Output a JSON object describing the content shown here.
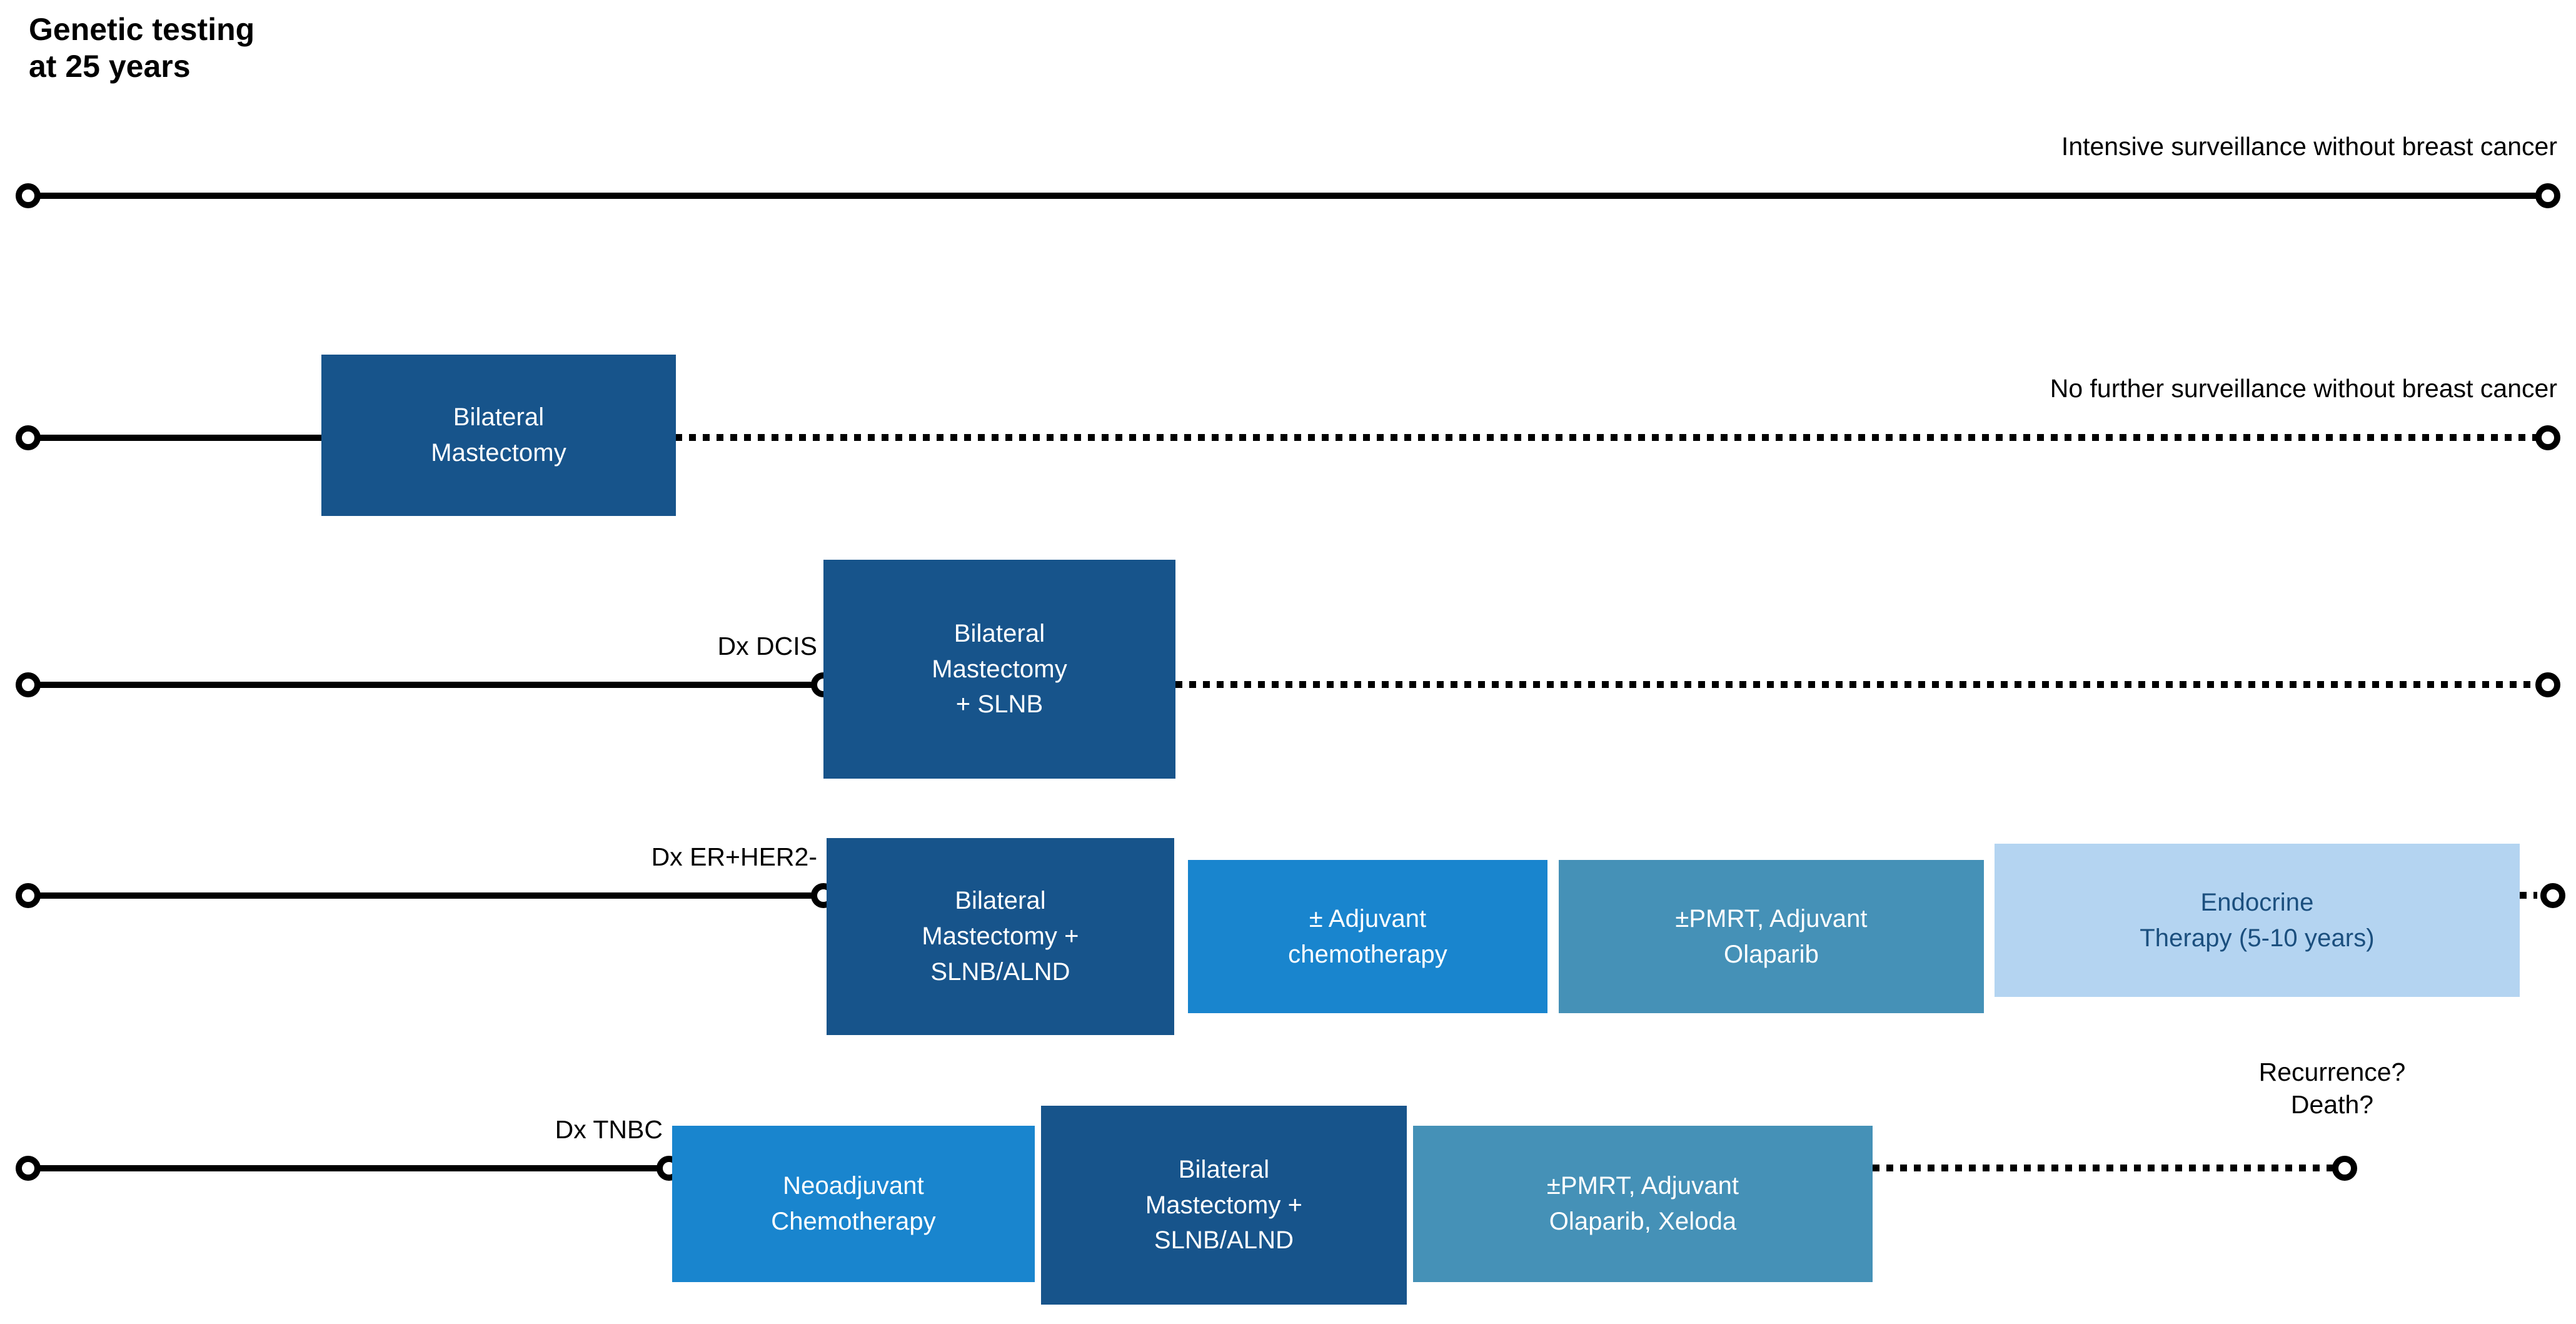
{
  "title": "Genetic testing\nat 25 years",
  "colors": {
    "navy": "#17548b",
    "bright_blue": "#1985ce",
    "teal_blue": "#4591b7",
    "pale_blue": "#b4d4f1",
    "pale_blue_text": "#1b4f7e",
    "line": "#000000",
    "background": "#ffffff"
  },
  "rows": [
    {
      "id": "row-intensive-surveillance",
      "end_label": "Intensive surveillance without breast cancer",
      "line_style": "solid",
      "boxes": []
    },
    {
      "id": "row-bilateral-mastectomy",
      "end_label": "No further surveillance without breast cancer",
      "line_style": "solid-then-dotted",
      "boxes": [
        {
          "label": "Bilateral\nMastectomy",
          "color": "navy"
        }
      ]
    },
    {
      "id": "row-dcis",
      "dx_label": "Dx DCIS",
      "end_label": "",
      "line_style": "solid-then-dotted",
      "boxes": [
        {
          "label": "Bilateral\nMastectomy\n+ SLNB",
          "color": "navy"
        }
      ]
    },
    {
      "id": "row-er-positive-her2-negative",
      "dx_label": "Dx ER+HER2-",
      "end_label": "",
      "line_style": "solid-then-dotted",
      "boxes": [
        {
          "label": "Bilateral\nMastectomy +\nSLNB/ALND",
          "color": "navy"
        },
        {
          "label": "± Adjuvant\nchemotherapy",
          "color": "bright_blue"
        },
        {
          "label": "±PMRT, Adjuvant\nOlaparib",
          "color": "teal_blue"
        },
        {
          "label": "Endocrine\nTherapy (5-10 years)",
          "color": "pale_blue"
        }
      ]
    },
    {
      "id": "row-tnbc",
      "dx_label": "Dx TNBC",
      "end_label": "Recurrence?\nDeath?",
      "line_style": "solid-then-dotted",
      "boxes": [
        {
          "label": "Neoadjuvant\nChemotherapy",
          "color": "bright_blue"
        },
        {
          "label": "Bilateral\nMastectomy +\nSLNB/ALND",
          "color": "navy"
        },
        {
          "label": "±PMRT, Adjuvant\nOlaparib, Xeloda",
          "color": "teal_blue"
        }
      ]
    }
  ]
}
